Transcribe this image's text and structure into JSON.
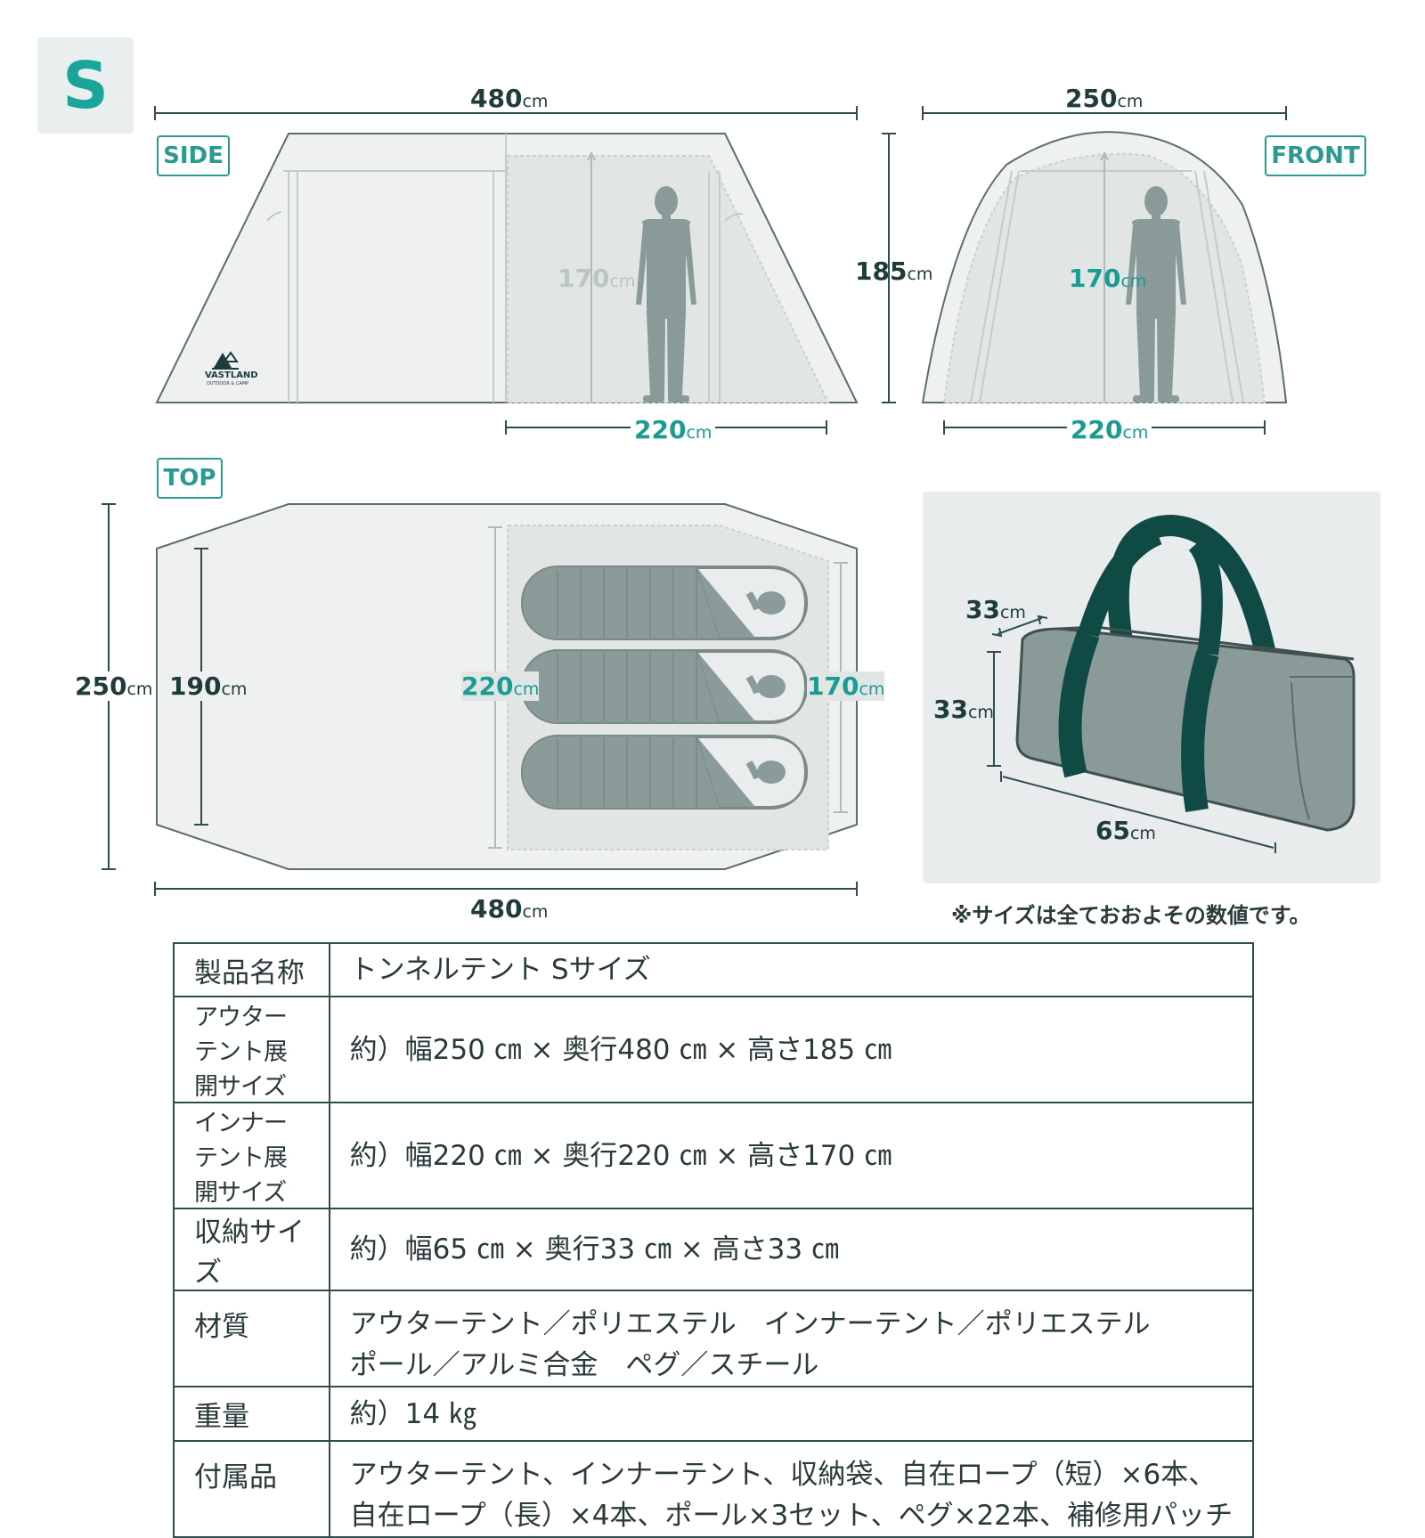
{
  "size_label": "S",
  "views": {
    "side": "SIDE",
    "front": "FRONT",
    "top": "TOP"
  },
  "brand": {
    "name": "VASTLAND",
    "tagline": "OUTDOOR & CAMP"
  },
  "dimensions": {
    "side_length": {
      "value": "480",
      "unit": "cm"
    },
    "front_width": {
      "value": "250",
      "unit": "cm"
    },
    "outer_height": {
      "value": "185",
      "unit": "cm"
    },
    "side_inner_height": {
      "value": "170",
      "unit": "cm"
    },
    "front_inner_height": {
      "value": "170",
      "unit": "cm"
    },
    "side_inner_length": {
      "value": "220",
      "unit": "cm"
    },
    "front_inner_width": {
      "value": "220",
      "unit": "cm"
    },
    "top_width": {
      "value": "250",
      "unit": "cm"
    },
    "top_end_width": {
      "value": "190",
      "unit": "cm"
    },
    "top_inner_width": {
      "value": "220",
      "unit": "cm"
    },
    "top_inner_end": {
      "value": "170",
      "unit": "cm"
    },
    "top_length": {
      "value": "480",
      "unit": "cm"
    },
    "bag_depth": {
      "value": "33",
      "unit": "cm"
    },
    "bag_height": {
      "value": "33",
      "unit": "cm"
    },
    "bag_length": {
      "value": "65",
      "unit": "cm"
    }
  },
  "note": "※サイズは全ておおよその数値です。",
  "colors": {
    "accent_teal": "#1a9c93",
    "dark_green": "#0f4a45",
    "figure_gray": "#8a9a99",
    "tent_fill": "#eef1f0"
  },
  "spec_table": [
    {
      "key": "製品名称",
      "value": [
        "トンネルテント Sサイズ"
      ]
    },
    {
      "key": "アウターテント展開サイズ",
      "value": [
        "約）幅250 ㎝ × 奥行480 ㎝ × 高さ185 ㎝"
      ]
    },
    {
      "key": "インナーテント展開サイズ",
      "value": [
        "約）幅220 ㎝ × 奥行220 ㎝ × 高さ170 ㎝"
      ]
    },
    {
      "key": "収納サイズ",
      "value": [
        "約）幅65 ㎝ × 奥行33 ㎝ × 高さ33 ㎝"
      ]
    },
    {
      "key": "材質",
      "value": [
        "アウターテント／ポリエステル　インナーテント／ポリエステル",
        "ポール／アルミ合金　ペグ／スチール"
      ]
    },
    {
      "key": "重量",
      "value": [
        "約）14 ㎏"
      ]
    },
    {
      "key": "付属品",
      "value": [
        "アウターテント、インナーテント、収納袋、自在ロープ（短）×6本、",
        "自在ロープ（長）×4本、ポール×3セット、ペグ×22本、補修用パッチ"
      ]
    }
  ]
}
